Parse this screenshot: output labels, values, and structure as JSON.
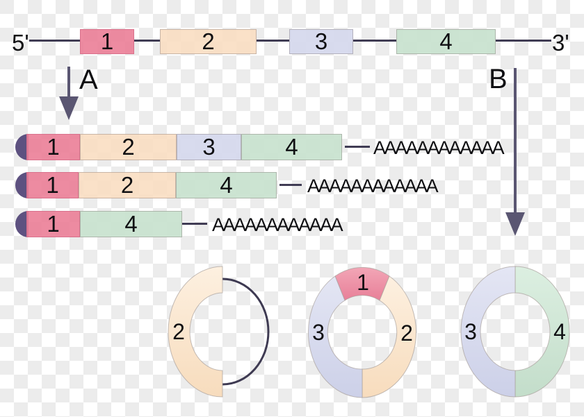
{
  "gene": {
    "five_prime_label": "5'",
    "three_prime_label": "3'",
    "exons": [
      {
        "number": "1",
        "color": "#ee8fa4"
      },
      {
        "number": "2",
        "color": "#fbe5cc"
      },
      {
        "number": "3",
        "color": "#d9dcee"
      },
      {
        "number": "4",
        "color": "#cde5d3"
      }
    ]
  },
  "process_arrows": {
    "a_label": "A",
    "b_label": "B"
  },
  "transcripts": [
    {
      "exons": [
        "1",
        "2",
        "3",
        "4"
      ],
      "poly_a_tail": "AAAAAAAAAAAA"
    },
    {
      "exons": [
        "1",
        "2",
        "4"
      ],
      "poly_a_tail": "AAAAAAAAAAAA"
    },
    {
      "exons": [
        "1",
        "4"
      ],
      "poly_a_tail": "AAAAAAAAAAAA"
    }
  ],
  "circular_rnas": [
    {
      "segments": [
        {
          "label": "2"
        }
      ]
    },
    {
      "segments": [
        {
          "label": "3"
        },
        {
          "label": "1"
        },
        {
          "label": "2"
        }
      ]
    },
    {
      "segments": [
        {
          "label": "3"
        },
        {
          "label": "4"
        }
      ]
    }
  ],
  "colors": {
    "exon_1_pink": "#ee8fa4",
    "exon_2_peach": "#fbe5cc",
    "exon_3_lavender": "#d9dcee",
    "exon_4_green": "#cde5d3",
    "five_prime_cap_purple": "#5d5180",
    "backbone_dark": "#403c54",
    "arrow_slate": "#5a5672",
    "checker_gray": "#ececec"
  }
}
